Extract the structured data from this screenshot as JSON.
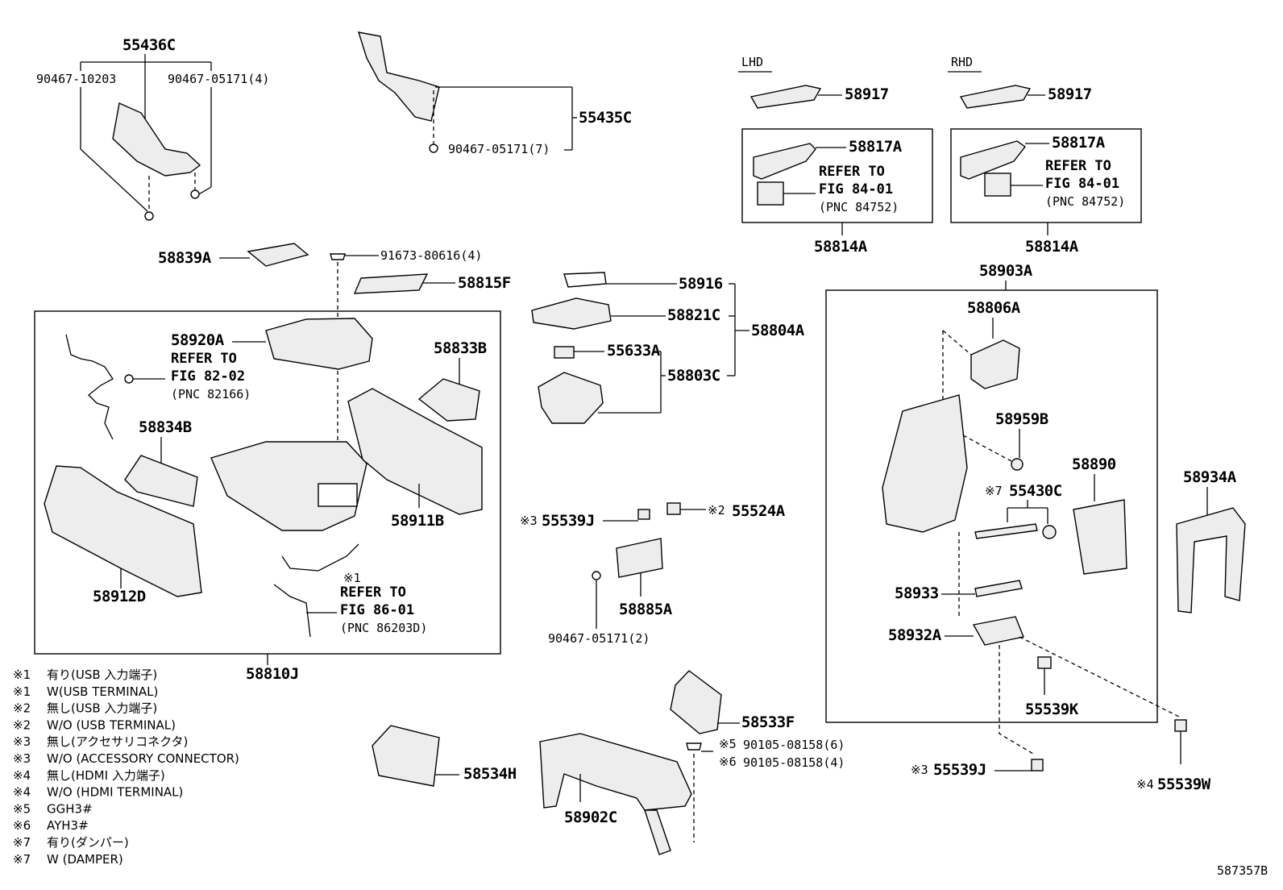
{
  "labels": {
    "p55436C": "55436C",
    "p90467_10203": "90467-10203",
    "p90467_05171_4": "90467-05171(4)",
    "p55435C": "55435C",
    "p90467_05171_7": "90467-05171(7)",
    "lhd": "LHD",
    "rhd": "RHD",
    "p58917_l": "58917",
    "p58917_r": "58917",
    "p58817A_l": "58817A",
    "p58817A_r": "58817A",
    "p58814A_l": "58814A",
    "p58814A_r": "58814A",
    "p58839A": "58839A",
    "p91673": "91673-80616(4)",
    "p58815F": "58815F",
    "p58916": "58916",
    "p58821C": "58821C",
    "p58804A": "58804A",
    "p55633A": "55633A",
    "p58803C": "58803C",
    "p58903A": "58903A",
    "p58806A": "58806A",
    "p58959B": "58959B",
    "p58890": "58890",
    "p55430C": "55430C",
    "p58934A": "58934A",
    "p58933": "58933",
    "p58932A": "58932A",
    "p55539K": "55539K",
    "p55539J_b": "55539J",
    "p55539W": "55539W",
    "p58920A": "58920A",
    "p58833B": "58833B",
    "p58834B": "58834B",
    "p58911B": "58911B",
    "p58912D": "58912D",
    "p58810J": "58810J",
    "p55539J_a": "55539J",
    "p55524A": "55524A",
    "p58885A": "58885A",
    "p90467_05171_2": "90467-05171(2)",
    "p58533F": "58533F",
    "p90105_6": "90105-08158(6)",
    "p90105_4": "90105-08158(4)",
    "p58534H": "58534H",
    "p58902C": "58902C",
    "fig_id": "587357B"
  },
  "marks": {
    "m55539J_a": "※3",
    "m55524A": "※2",
    "m55430C": "※7",
    "m90105_6": "※5",
    "m90105_4": "※6",
    "m55539J_b": "※3",
    "m55539W": "※4",
    "m58885_ref": "※1"
  },
  "refers": {
    "r82": {
      "l1": "REFER TO",
      "l2": "FIG 82-02",
      "l3": "(PNC 82166)"
    },
    "r86": {
      "l1": "REFER TO",
      "l2": "FIG 86-01",
      "l3": "(PNC 86203D)"
    },
    "r84_l": {
      "l1": "REFER TO",
      "l2": "FIG 84-01",
      "l3": "(PNC 84752)"
    },
    "r84_r": {
      "l1": "REFER TO",
      "l2": "FIG 84-01",
      "l3": "(PNC 84752)"
    }
  },
  "notes": [
    {
      "mark": "※1",
      "text": "有り(USB 入力端子)"
    },
    {
      "mark": "※1",
      "text": "W(USB TERMINAL)"
    },
    {
      "mark": "※2",
      "text": "無し(USB 入力端子)"
    },
    {
      "mark": "※2",
      "text": "W/O (USB TERMINAL)"
    },
    {
      "mark": "※3",
      "text": "無し(アクセサリコネクタ)"
    },
    {
      "mark": "※3",
      "text": "W/O (ACCESSORY CONNECTOR)"
    },
    {
      "mark": "※4",
      "text": "無し(HDMI 入力端子)"
    },
    {
      "mark": "※4",
      "text": "W/O (HDMI TERMINAL)"
    },
    {
      "mark": "※5",
      "text": "GGH3#"
    },
    {
      "mark": "※6",
      "text": "AYH3#"
    },
    {
      "mark": "※7",
      "text": "有り(ダンパー)"
    },
    {
      "mark": "※7",
      "text": "W (DAMPER)"
    }
  ]
}
